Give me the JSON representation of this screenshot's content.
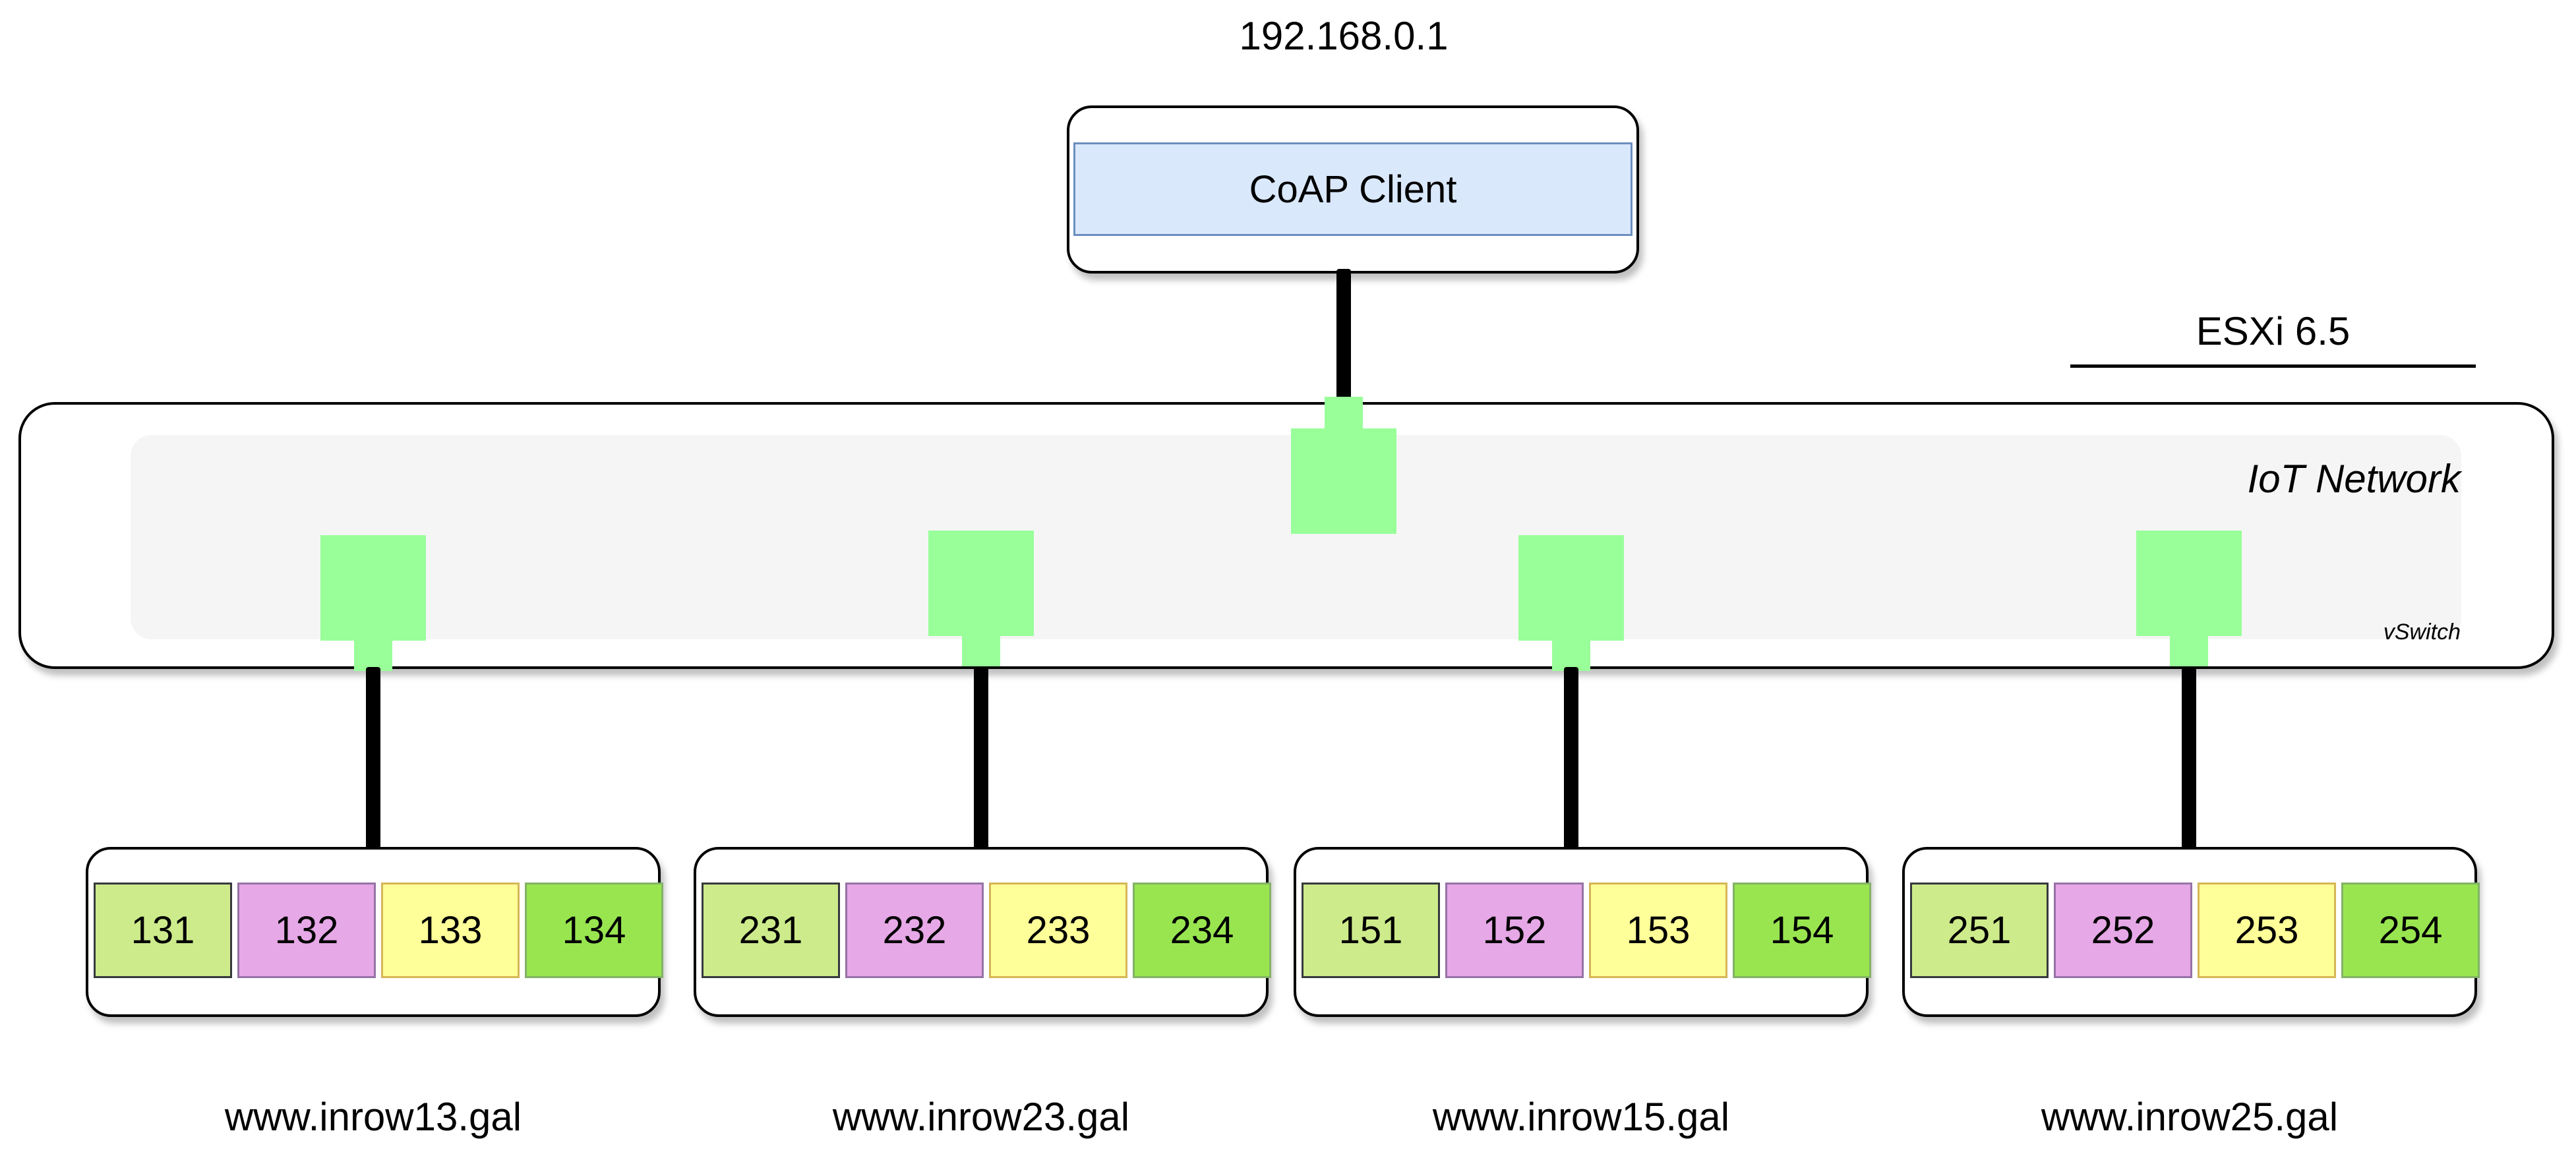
{
  "top_ip": "192.168.0.1",
  "client": {
    "label": "CoAP Client"
  },
  "esxi": {
    "label": "ESXi 6.5"
  },
  "network": {
    "label": "IoT Network",
    "switch_label": "vSwitch"
  },
  "colors": {
    "port": "#99ff99",
    "client_fill": "#dae8fc",
    "network_fill": "#f5f5f5",
    "cell_fills": [
      "#cdeb8b",
      "#e6a8e6",
      "#ffff99",
      "#99e550"
    ]
  },
  "hosts": [
    {
      "name": "www.inrow13.gal",
      "ids": [
        "131",
        "132",
        "133",
        "134"
      ]
    },
    {
      "name": "www.inrow23.gal",
      "ids": [
        "231",
        "232",
        "233",
        "234"
      ]
    },
    {
      "name": "www.inrow15.gal",
      "ids": [
        "151",
        "152",
        "153",
        "154"
      ]
    },
    {
      "name": "www.inrow25.gal",
      "ids": [
        "251",
        "252",
        "253",
        "254"
      ]
    }
  ]
}
